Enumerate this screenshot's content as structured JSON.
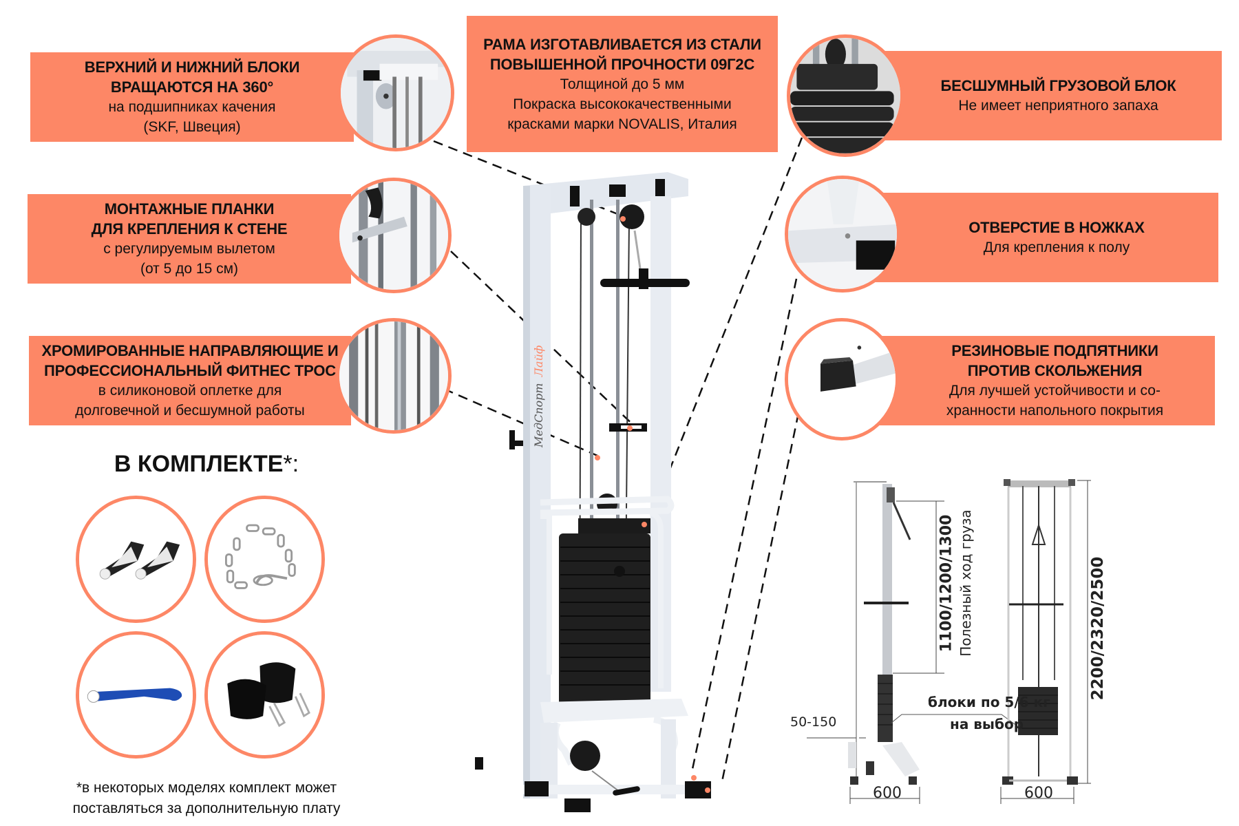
{
  "brand": {
    "name_part1": "МедСпорт",
    "name_part2": "Лайф",
    "accent_color": "#fd8766"
  },
  "features": {
    "upper_lower_blocks": {
      "title_line1": "ВЕРХНИЙ И НИЖНИЙ БЛОКИ",
      "title_line2": "ВРАЩАЮТСЯ НА 360°",
      "sub_line1": "на подшипниках качения",
      "sub_line2": "(SKF, Швеция)"
    },
    "mounting_plates": {
      "title_line1": "МОНТАЖНЫЕ ПЛАНКИ",
      "title_line2": "ДЛЯ КРЕПЛЕНИЯ К СТЕНЕ",
      "sub_line1": "с регулируемым вылетом",
      "sub_line2": "(от 5 до 15 см)"
    },
    "chrome_guides": {
      "title_line1": "ХРОМИРОВАННЫЕ НАПРАВЛЯЮЩИЕ И",
      "title_line2": "ПРОФЕССИОНАЛЬНЫЙ ФИТНЕС ТРОС",
      "sub_line1": "в силиконовой оплетке для",
      "sub_line2": "долговечной и бесшумной работы"
    },
    "frame": {
      "title_line1": "РАМА ИЗГОТАВЛИВАЕТСЯ ИЗ СТАЛИ",
      "title_line2": "ПОВЫШЕННОЙ ПРОЧНОСТИ 09Г2С",
      "sub_line1": "Толщиной до 5 мм",
      "sub_line2": "Покраска высококачественными",
      "sub_line3": "красками марки NOVALIS, Италия"
    },
    "silent_weight": {
      "title_line1": "БЕСШУМНЫЙ ГРУЗОВОЙ БЛОК",
      "sub_line1": "Не имеет неприятного запаха"
    },
    "leg_holes": {
      "title_line1": "ОТВЕРСТИЕ В НОЖКАХ",
      "sub_line1": "Для крепления к полу"
    },
    "rubber_feet": {
      "title_line1": "РЕЗИНОВЫЕ ПОДПЯТНИКИ",
      "title_line2": "ПРОТИВ СКОЛЬЖЕНИЯ",
      "sub_line1": "Для лучшей устойчивости и со-",
      "sub_line2": "хранности напольного покрытия"
    }
  },
  "kit": {
    "title": "В КОМПЛЕКТЕ",
    "title_suffix": "*:",
    "items": [
      {
        "icon": "handles-icon"
      },
      {
        "icon": "chain-icon"
      },
      {
        "icon": "strap-icon"
      },
      {
        "icon": "ankle-cuffs-icon"
      }
    ],
    "footnote_line1": "*в некоторых моделях комплект может",
    "footnote_line2": "поставляться за дополнительную плату"
  },
  "dimensions": {
    "travel": "1100/1200/1300",
    "travel_label": "Полезный ход груза",
    "wall_offset": "50-150",
    "blocks_line1": "блоки по 5/6 кг",
    "blocks_line2": "на выбор",
    "depth": "600",
    "width": "600",
    "height": "2200/2320/2500"
  }
}
